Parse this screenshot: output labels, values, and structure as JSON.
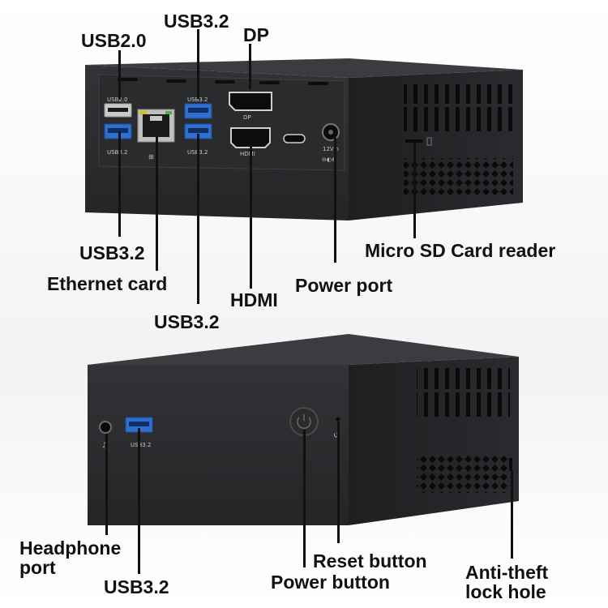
{
  "labels": {
    "usb20_top": "USB2.0",
    "usb32_top": "USB3.2",
    "dp_top": "DP",
    "usb32_left": "USB3.2",
    "ethernet": "Ethernet card",
    "hdmi": "HDMI",
    "usb32_bottom": "USB3.2",
    "power_port": "Power port",
    "micro_sd": "Micro SD Card reader",
    "headphone": "Headphone port",
    "front_usb32": "USB3.2",
    "reset_button": "Reset button",
    "power_button": "Power button",
    "anti_theft": "Anti-theft lock hole"
  },
  "port_print": {
    "usb20": "USB2.0",
    "usb32a": "USB3.2",
    "usb32b": "USB3.2",
    "usb32c": "USB3.2",
    "dp": "DP",
    "hdmi": "HDMI",
    "power": "12Vin",
    "front_usb": "USB3.2"
  },
  "colors": {
    "case": "#2b2c2e",
    "usb_blue": "#2f6fd0",
    "line": "#111111"
  }
}
